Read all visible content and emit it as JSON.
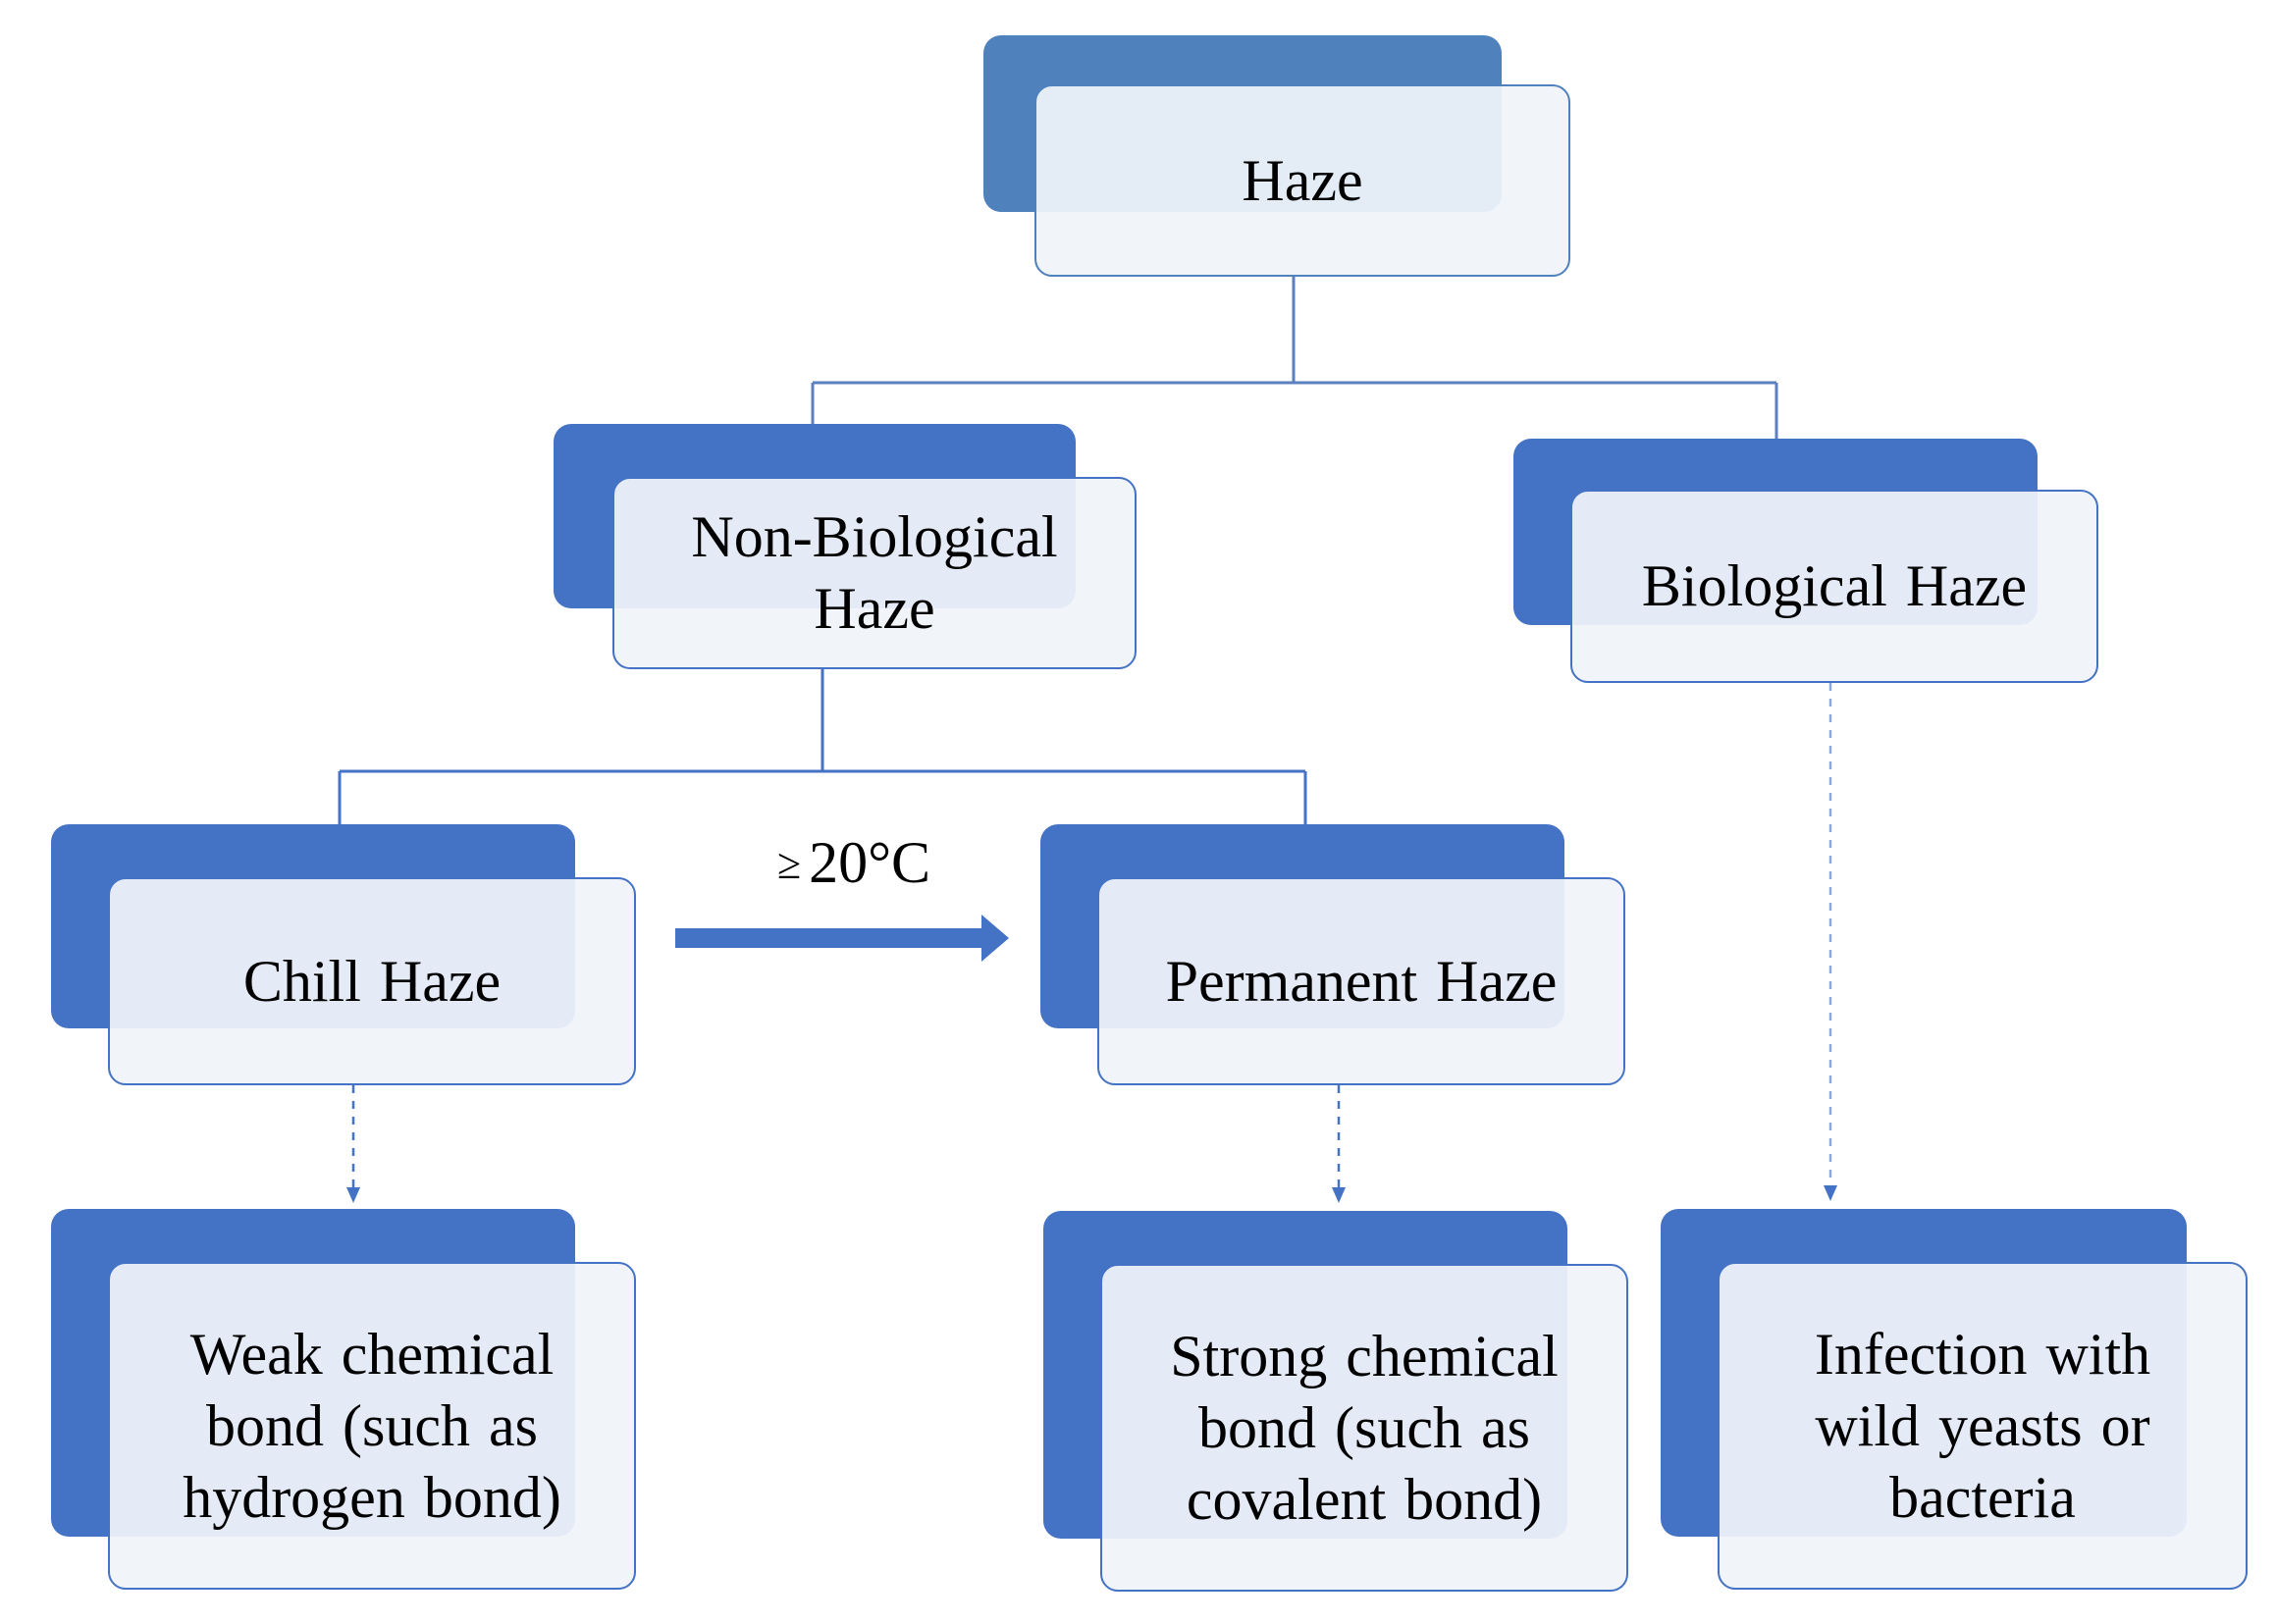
{
  "nodes": {
    "haze": {
      "label": "Haze"
    },
    "non_biological": {
      "label": "Non-Biological\nHaze"
    },
    "biological": {
      "label": "Biological Haze"
    },
    "chill": {
      "label": "Chill Haze"
    },
    "permanent": {
      "label": "Permanent Haze"
    },
    "weak_bond": {
      "label": "Weak chemical\nbond (such as\nhydrogen bond)"
    },
    "strong_bond": {
      "label": "Strong chemical\nbond (such as\ncovalent bond)"
    },
    "infection": {
      "label": "Infection with\nwild yeasts or\nbacteria"
    }
  },
  "transition": {
    "symbol": "≥",
    "value": "20°C"
  },
  "colors": {
    "accent_blue": "#4472c4",
    "root_blue": "#4f81bd",
    "connector": "#5b7fbf",
    "box_fill": "#eef2f9"
  }
}
